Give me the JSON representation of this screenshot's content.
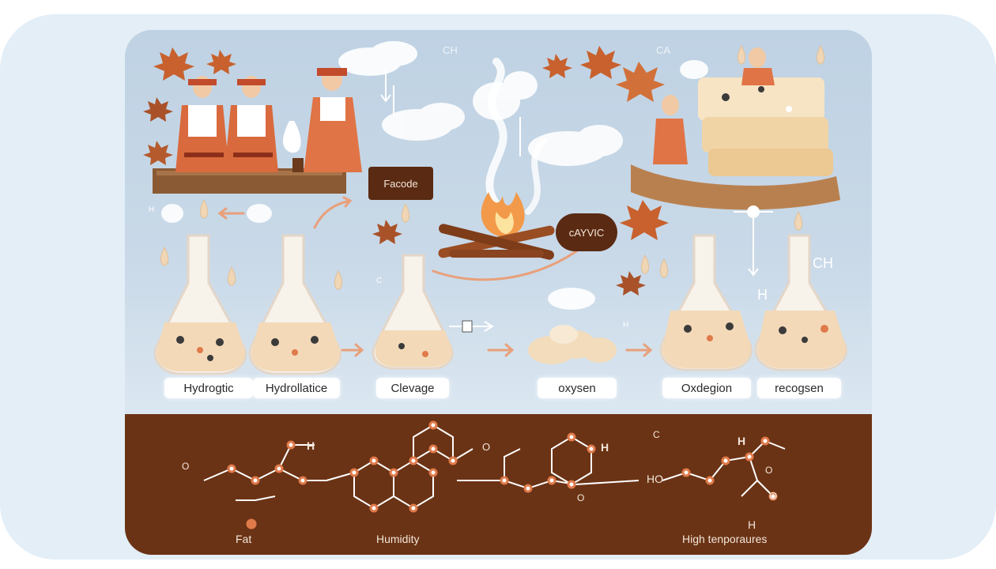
{
  "process_labels": [
    "Hydrogtic",
    "Hydrollatice",
    "Clevage",
    "oxysen",
    "Oxdegion",
    "recogsen"
  ],
  "callouts": {
    "left": "Facode",
    "right": "cAYVIC"
  },
  "float_texts": [
    "CH",
    "CA",
    "H",
    "CH",
    "H",
    "C",
    "H"
  ],
  "formula_fragments": [
    "O",
    "H",
    "O",
    "H",
    "O",
    "C",
    "H",
    "O",
    "HO",
    "O",
    "H"
  ],
  "bottom_labels": [
    "Fat",
    "Humidity",
    "High tenporaures"
  ],
  "colors": {
    "sky": "#c6d7e6",
    "ground": "#6b3315",
    "accent": "#e07a4a",
    "liquid": "#f3d9b8"
  },
  "icons": [
    "maple-leaf-icon",
    "flask-icon",
    "campfire-icon",
    "cheese-block-icon",
    "steam-cloud-icon",
    "droplet-icon",
    "molecule-icon"
  ]
}
